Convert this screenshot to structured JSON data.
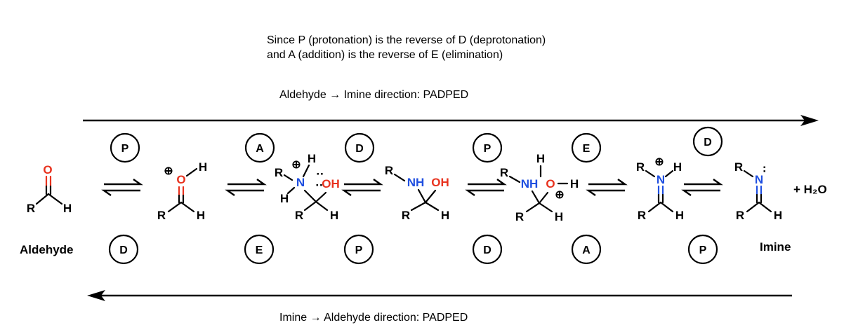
{
  "header": {
    "line1": "Since P (protonation) is the reverse of D (deprotonation)",
    "line2": "and  A (addition) is the reverse of E (elimination)"
  },
  "forward": {
    "label": "Aldehyde → Imine direction: PADPED"
  },
  "reverse": {
    "label": "Imine → Aldehyde direction: PADPED"
  },
  "top_steps": [
    "P",
    "A",
    "D",
    "P",
    "E",
    "D"
  ],
  "bottom_steps": [
    "D",
    "E",
    "P",
    "D",
    "A",
    "P"
  ],
  "labels": {
    "aldehyde": "Aldehyde",
    "imine": "Imine",
    "water": "+ H₂O"
  },
  "atoms": {
    "O": "O",
    "N": "N",
    "H": "H",
    "R": "R",
    "OH": "OH",
    "NH": "NH",
    "plus": "⊕",
    "lone_pair": "··"
  },
  "colors": {
    "oxygen": "#e8321e",
    "nitrogen": "#1f4fe0",
    "ink": "#000000"
  }
}
